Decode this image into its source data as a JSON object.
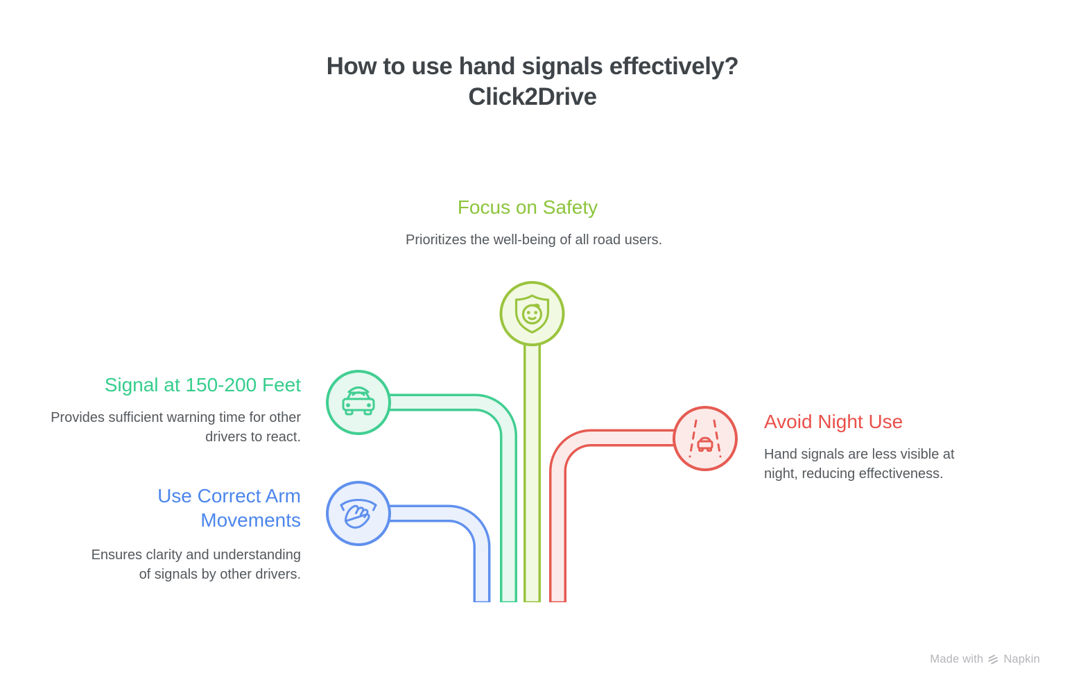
{
  "title": {
    "line1": "How to use hand signals effectively?",
    "line2": "Click2Drive"
  },
  "branches": [
    {
      "label": "Focus on Safety",
      "description": "Prioritizes the well-being of all road users.",
      "icon": "shield-face-icon",
      "accent_color": "#8cc43c",
      "stroke_color": "#9ac43f",
      "fill_color": "#f2f9e2"
    },
    {
      "label": "Signal at 150-200 Feet",
      "description": "Provides sufficient warning time for other drivers to react.",
      "icon": "car-signal-icon",
      "accent_color": "#35cd8c",
      "stroke_color": "#41ce92",
      "fill_color": "#e6f8ef"
    },
    {
      "label": "Use Correct Arm Movements",
      "description": "Ensures clarity and understanding of signals by other drivers.",
      "icon": "waving-hand-icon",
      "accent_color": "#4c86ec",
      "stroke_color": "#6090ee",
      "fill_color": "#eaf0fc"
    },
    {
      "label": "Avoid Night Use",
      "description": "Hand signals are less visible at night, reducing effectiveness.",
      "icon": "night-road-icon",
      "accent_color": "#ea4f49",
      "stroke_color": "#e55b52",
      "fill_color": "#fceae9"
    }
  ],
  "text_colors": {
    "title": "#3f4449",
    "body": "#54585c",
    "watermark": "#b5b5ba"
  },
  "footer": {
    "made_with": "Made with",
    "brand": "Napkin"
  }
}
